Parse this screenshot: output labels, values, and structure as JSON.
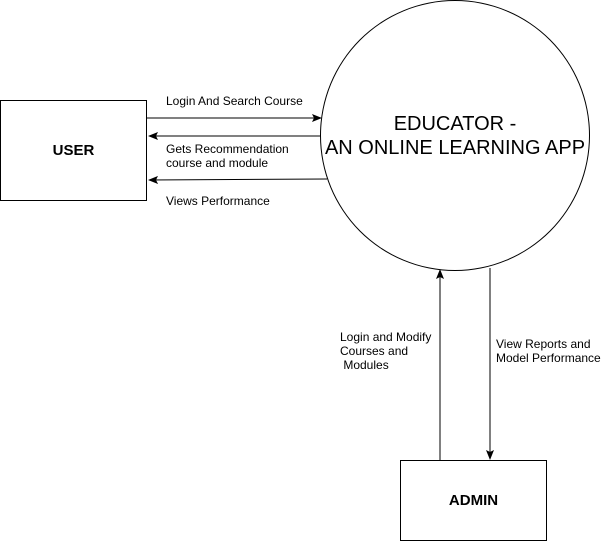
{
  "external_entities": {
    "user": {
      "label": "USER"
    },
    "admin": {
      "label": "ADMIN"
    }
  },
  "process": {
    "line1": "EDUCATOR -",
    "line2": "AN ONLINE LEARNING APP"
  },
  "flows": {
    "login_search": "Login And Search Course",
    "gets_recommendation": "Gets Recommendation course and module",
    "views_performance": "Views Performance",
    "login_modify": "Login and Modify\nCourses and\n Modules",
    "view_reports": "View Reports and\nModel Performance"
  }
}
